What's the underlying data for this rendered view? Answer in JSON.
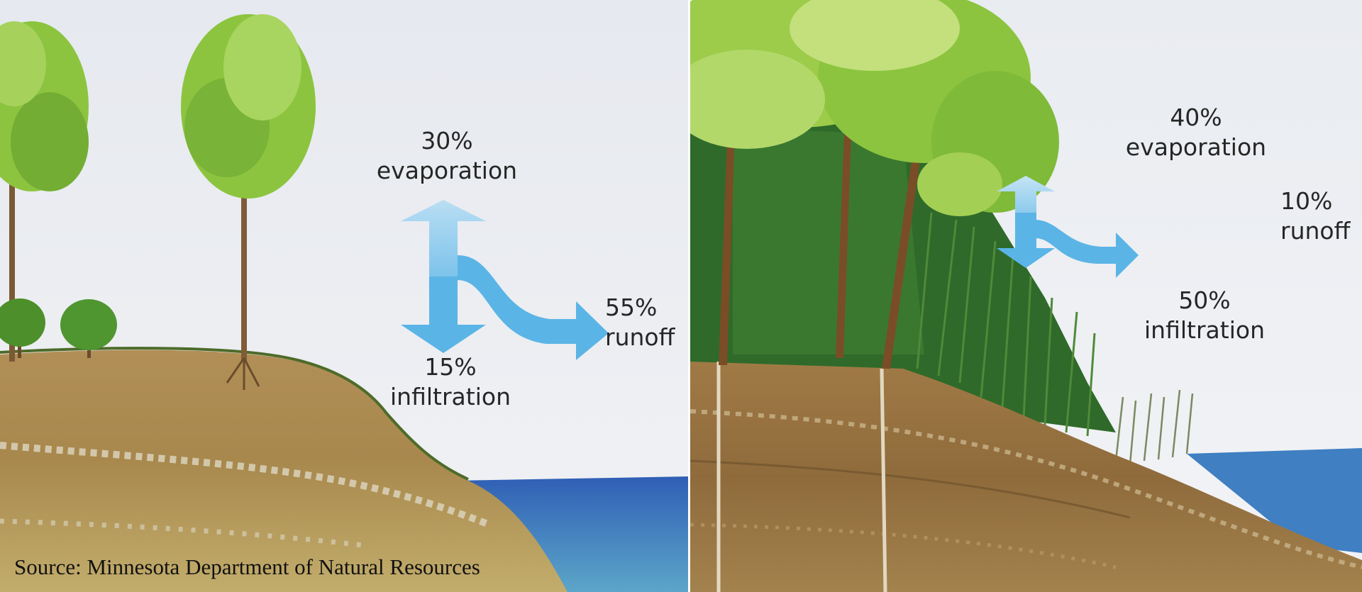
{
  "panels": [
    {
      "evaporation": {
        "percent": "30%",
        "label": "evaporation"
      },
      "runoff": {
        "percent": "55%",
        "label": "runoff"
      },
      "infiltration": {
        "percent": "15%",
        "label": "infiltration"
      }
    },
    {
      "evaporation": {
        "percent": "40%",
        "label": "evaporation"
      },
      "runoff": {
        "percent": "10%",
        "label": "runoff"
      },
      "infiltration": {
        "percent": "50%",
        "label": "infiltration"
      }
    }
  ],
  "caption": "Source: Minnesota Department of Natural Resources",
  "colors": {
    "sky": "#e9ecf2",
    "water": "#3f7fc2",
    "arrow": "#5bb6e8",
    "soil": "#a98a55",
    "canopy": "#86bf3d",
    "forest": "#2f6a2a"
  }
}
